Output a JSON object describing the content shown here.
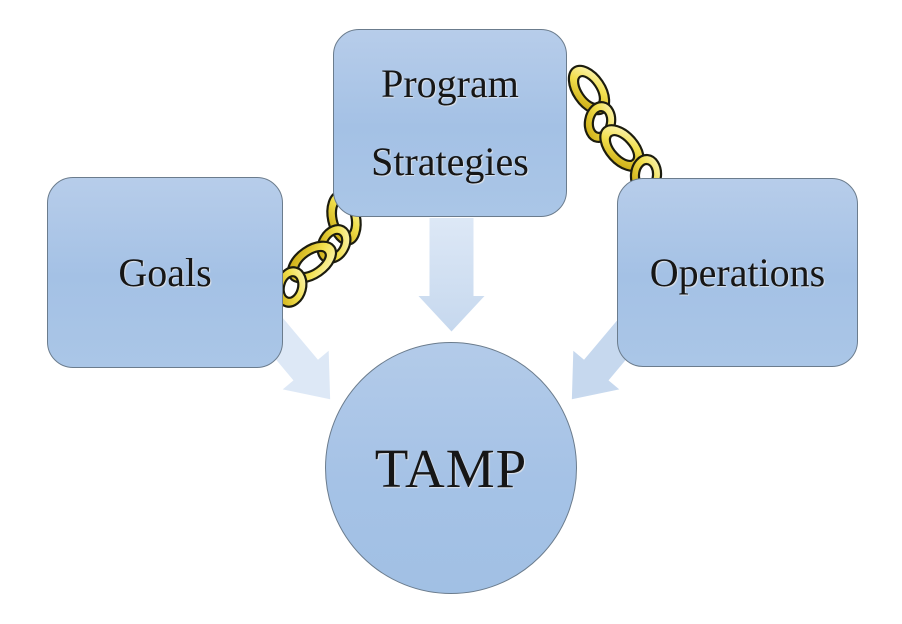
{
  "diagram": {
    "nodes": {
      "goals": {
        "label": "Goals"
      },
      "program_strategies": {
        "line1": "Program",
        "line2": "Strategies"
      },
      "operations": {
        "label": "Operations"
      },
      "tamp": {
        "label": "TAMP"
      }
    },
    "connectors": {
      "chains": [
        {
          "name": "chain-goals-to-program-strategies",
          "icon": "chain-link-icon",
          "links": 4
        },
        {
          "name": "chain-program-strategies-to-operations",
          "icon": "chain-link-icon",
          "links": 4
        }
      ],
      "arrows": [
        {
          "name": "arrow-goals-to-tamp",
          "direction": "down-right"
        },
        {
          "name": "arrow-program-strategies-to-tamp",
          "direction": "down"
        },
        {
          "name": "arrow-operations-to-tamp",
          "direction": "down-left"
        }
      ]
    },
    "colors": {
      "background": "#ffffff",
      "node_fill_top": "#b7cdea",
      "node_fill_bottom": "#a4c1e5",
      "node_border": "#6b7c8d",
      "text": "#161616",
      "arrow_tail": "#dde8f6",
      "arrow_tip": "#c6d8ee",
      "chain_highlight": "#fefbd8",
      "chain_mid": "#f2e04e",
      "chain_shadow": "#c6a309",
      "chain_outline": "#1c1c0e"
    }
  }
}
